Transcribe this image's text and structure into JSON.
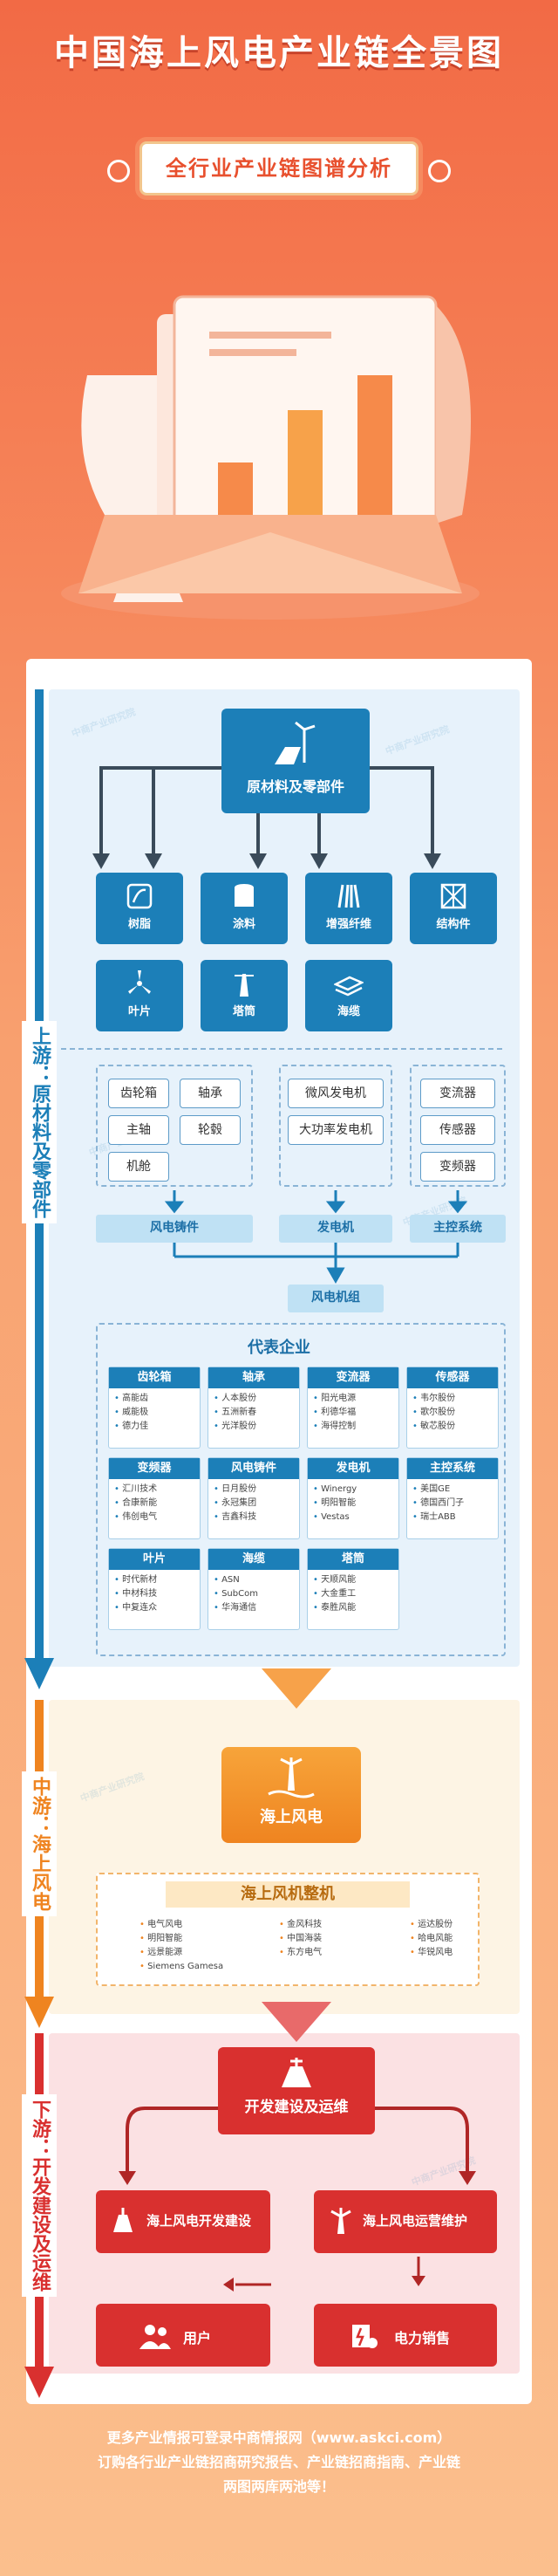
{
  "header": {
    "title": "中国海上风电产业链全景图",
    "subtitle": "全行业产业链图谱分析"
  },
  "watermark": "中商产业研究院",
  "colors": {
    "blue": "#1c7fb8",
    "orange": "#ef8420",
    "red": "#d9302f"
  },
  "upstream": {
    "label": "上游：原材料及零部件",
    "hub": "原材料及零部件",
    "materials": [
      {
        "label": "树脂",
        "icon": "resin-icon"
      },
      {
        "label": "涂料",
        "icon": "paint-can-icon"
      },
      {
        "label": "增强纤维",
        "icon": "fiber-icon"
      },
      {
        "label": "结构件",
        "icon": "structure-icon"
      },
      {
        "label": "叶片",
        "icon": "blade-icon"
      },
      {
        "label": "塔筒",
        "icon": "tower-icon"
      },
      {
        "label": "海缆",
        "icon": "cable-icon"
      }
    ],
    "castings_parts": [
      "齿轮箱",
      "轴承",
      "主轴",
      "轮毂",
      "机舱"
    ],
    "generator_parts": [
      "微风发电机",
      "大功率发电机"
    ],
    "control_parts": [
      "变流器",
      "传感器",
      "变频器"
    ],
    "groups": [
      "风电铸件",
      "发电机",
      "主控系统"
    ],
    "assembly": "风电机组",
    "rep_title": "代表企业",
    "rep_cards": [
      {
        "title": "齿轮箱",
        "items": [
          "高能齿",
          "威能极",
          "德力佳"
        ]
      },
      {
        "title": "轴承",
        "items": [
          "人本股份",
          "五洲新春",
          "光洋股份"
        ]
      },
      {
        "title": "变流器",
        "items": [
          "阳光电源",
          "利德华福",
          "海得控制"
        ]
      },
      {
        "title": "传感器",
        "items": [
          "韦尔股份",
          "歌尔股份",
          "敏芯股份"
        ]
      },
      {
        "title": "变频器",
        "items": [
          "汇川技术",
          "合康新能",
          "伟创电气"
        ]
      },
      {
        "title": "风电铸件",
        "items": [
          "日月股份",
          "永冠集团",
          "吉鑫科技"
        ]
      },
      {
        "title": "发电机",
        "items": [
          "Winergy",
          "明阳智能",
          "Vestas"
        ]
      },
      {
        "title": "主控系统",
        "items": [
          "美国GE",
          "德国西门子",
          "瑞士ABB"
        ]
      },
      {
        "title": "叶片",
        "items": [
          "时代新材",
          "中材科技",
          "中复连众"
        ]
      },
      {
        "title": "海缆",
        "items": [
          "ASN",
          "SubCom",
          "华海通信"
        ]
      },
      {
        "title": "塔筒",
        "items": [
          "天顺风能",
          "大金重工",
          "泰胜风能"
        ]
      }
    ]
  },
  "midstream": {
    "label": "中游：海上风电",
    "hub": "海上风电",
    "title": "海上风机整机",
    "col1": [
      "电气风电",
      "明阳智能",
      "远景能源",
      "Siemens Gamesa"
    ],
    "col2": [
      "金风科技",
      "中国海装",
      "东方电气"
    ],
    "col3": [
      "运达股份",
      "哈电风能",
      "华锐风电"
    ]
  },
  "downstream": {
    "label": "下游：开发建设及运维",
    "hub": "开发建设及运维",
    "build": "海上风电开发建设",
    "ops": "海上风电运营维护",
    "user": "用户",
    "sales": "电力销售"
  },
  "footer": {
    "line1": "更多产业情报可登录中商情报网（www.askci.com）",
    "line2": "订购各行业产业链招商研究报告、产业链招商指南、产业链",
    "line3": "两图两库两池等！"
  }
}
